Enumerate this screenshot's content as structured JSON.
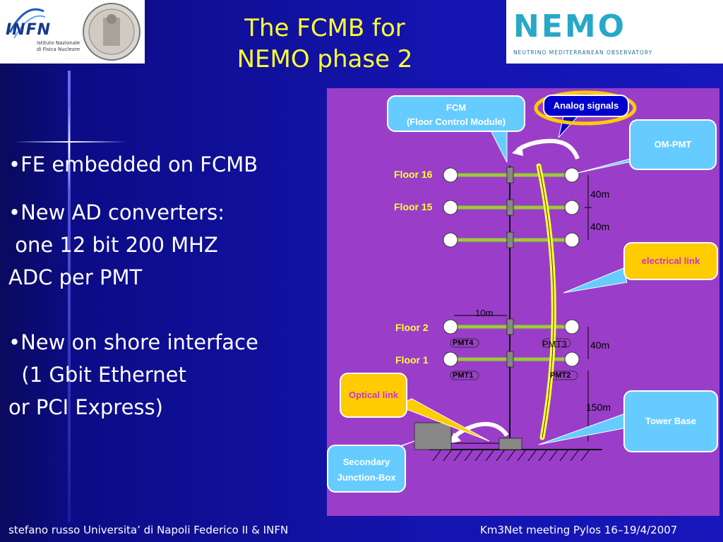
{
  "title": {
    "line1": "The FCMB for",
    "line2": "NEMO phase 2"
  },
  "logos": {
    "infn": {
      "name": "INFN",
      "sub1": "Istituto Nazionale",
      "sub2": "di Fisica Nucleare"
    },
    "nemo": {
      "name": "NEMO",
      "sub": "NEUTRINO MEDITERRANEAN OBSERVATORY"
    }
  },
  "bullets": [
    "•FE embedded on FCMB",
    "•New AD converters:",
    " one 12 bit 200 MHZ",
    "ADC per PMT",
    "•New on shore interface",
    "  (1 Gbit Ethernet",
    "or PCI Express)"
  ],
  "diagram": {
    "fcm_line1": "FCM",
    "fcm_line2": "(Floor Control Module)",
    "analog": "Analog signals",
    "om_pmt": "OM-PMT",
    "electrical": "electrical link",
    "optical": "Optical link",
    "tower_base": "Tower Base",
    "sjb_line1": "Secondary",
    "sjb_line2": "Junction-Box",
    "floors": [
      "Floor 16",
      "Floor 15",
      "Floor 2",
      "Floor 1"
    ],
    "distances": [
      "40m",
      "40m",
      "10m",
      "40m",
      "150m"
    ],
    "pmts": [
      "PMT4",
      "PMT3",
      "PMT1",
      "PMT2"
    ]
  },
  "footer": {
    "left": "stefano russo Universita’ di Napoli Federico II & INFN",
    "right": "Km3Net meeting Pylos 16–19/4/2007"
  },
  "colors": {
    "title": "#ffff33",
    "diagram_bg": "#9a3ec9",
    "callout": "#66ccff",
    "floor_bar": "#99cc33"
  }
}
